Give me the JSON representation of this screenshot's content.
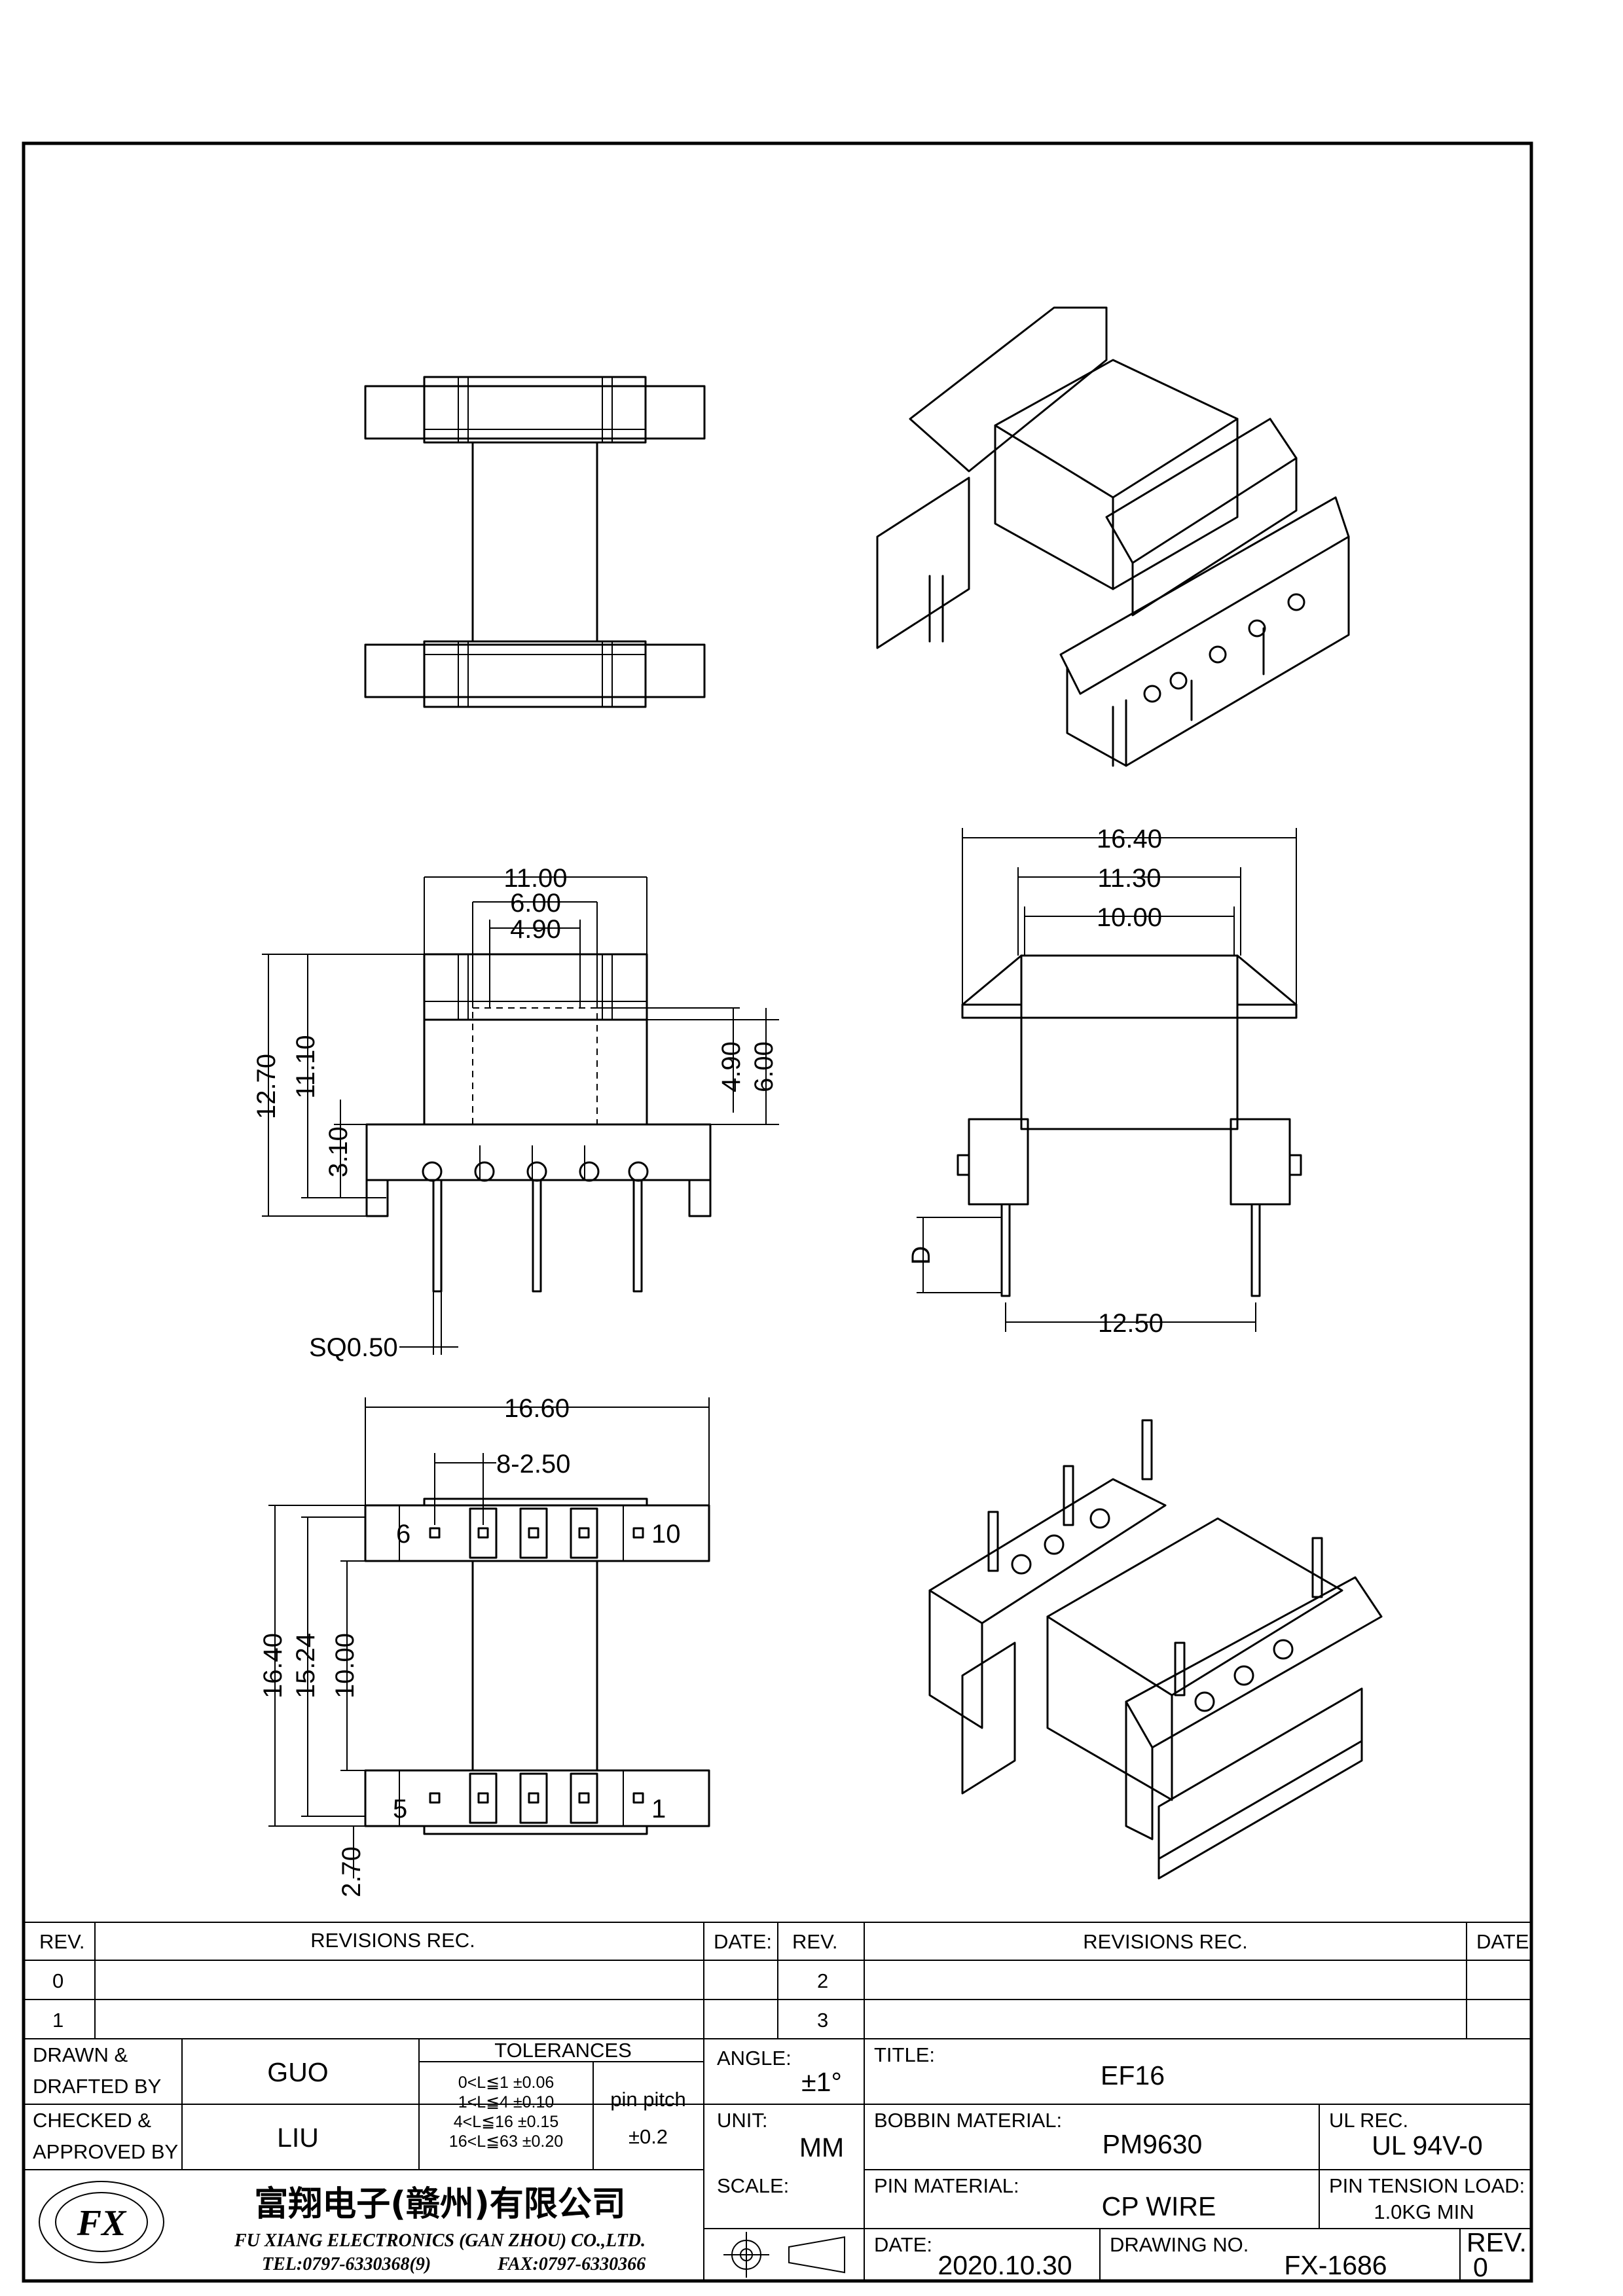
{
  "dimensions": {
    "top_width_outer": "11.00",
    "top_width_mid": "6.00",
    "top_width_inner": "4.90",
    "height_total": "12.70",
    "height_flange": "11.10",
    "height_base": "3.10",
    "core_4_90": "4.90",
    "core_6_00": "6.00",
    "pin_sq": "SQ0.50",
    "side_width_total": "16.40",
    "side_width_mid": "11.30",
    "side_width_inner": "10.00",
    "side_d": "D",
    "side_pin_span": "12.50",
    "bottom_width": "16.60",
    "pin_pitch": "8-2.50",
    "bottom_h_total": "16.40",
    "bottom_h_mid": "15.24",
    "bottom_h_inner": "10.00",
    "bottom_h_small": "2.70"
  },
  "pins": {
    "top_left": "6",
    "top_right": "10",
    "bottom_left": "5",
    "bottom_right": "1"
  },
  "title_block": {
    "rev_header": "REV.",
    "revisions_header": "REVISIONS   REC.",
    "date_header": "DATE:",
    "rev_header_2": "REV.",
    "revisions_header_2": "REVISIONS   REC.",
    "date_header_2": "DATE:",
    "rev_0": "0",
    "rev_1": "1",
    "rev_2": "2",
    "rev_3": "3",
    "drawn_label_1": "DRAWN &",
    "drawn_label_2": "DRAFTED BY",
    "drawn_value": "GUO",
    "checked_label_1": "CHECKED &",
    "checked_label_2": "APPROVED BY",
    "checked_value": "LIU",
    "tolerances_label": "TOLERANCES",
    "tol_1": "0<L≦1   ±0.06",
    "tol_2": "1<L≦4   ±0.10",
    "tol_3": "4<L≦16  ±0.15",
    "tol_4": "16<L≦63 ±0.20",
    "pin_pitch_label": "pin pitch",
    "pin_pitch_value": "±0.2",
    "angle_label": "ANGLE:",
    "angle_value": "±1°",
    "unit_label": "UNIT:",
    "unit_value": "MM",
    "scale_label": "SCALE:",
    "title_label": "TITLE:",
    "title_value": "EF16",
    "bobbin_label": "BOBBIN MATERIAL:",
    "bobbin_value": "PM9630",
    "ul_label": "UL REC.",
    "ul_value": "UL 94V-0",
    "pin_material_label": "PIN MATERIAL:",
    "pin_material_value": "CP WIRE",
    "pin_tension_label": "PIN TENSION LOAD:",
    "pin_tension_value": "1.0KG MIN",
    "date_label": "DATE:",
    "date_value": "2020.10.30",
    "drawing_no_label": "DRAWING NO.",
    "drawing_no_value": "FX-1686",
    "rev_label": "REV.",
    "rev_value": "0",
    "company_cn": "富翔电子(赣州)有限公司",
    "company_en": "FU XIANG ELECTRONICS (GAN ZHOU) CO.,LTD.",
    "tel": "TEL:0797-6330368(9)",
    "fax": "FAX:0797-6330366",
    "logo_text": "FX"
  }
}
